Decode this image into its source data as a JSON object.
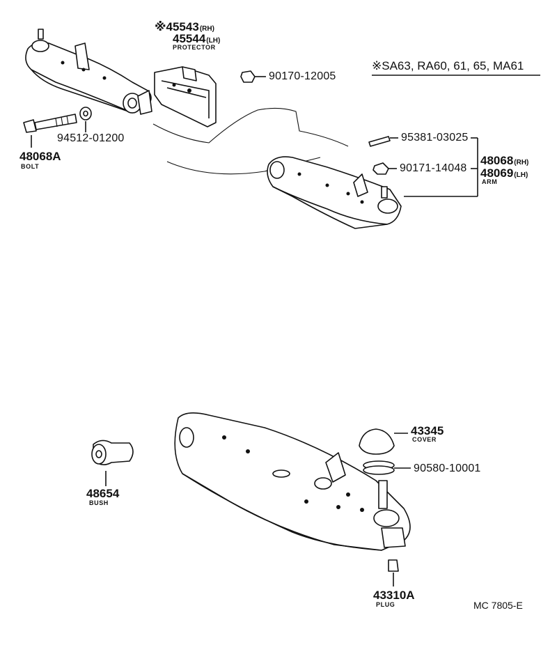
{
  "model_note": "※SA63, RA60, 61, 65, MA61",
  "drawing_ref": "MC 7805-E",
  "parts": {
    "protector": {
      "rh": "※45543",
      "rh_sfx": "(RH)",
      "lh": "45544",
      "lh_sfx": "(LH)",
      "name": "PROTECTOR"
    },
    "nut_top": {
      "pn": "90170-12005"
    },
    "washer_nut": {
      "pn": "94512-01200"
    },
    "bolt": {
      "pn": "48068A",
      "name": "BOLT"
    },
    "grease_fitting": {
      "pn": "95381-03025"
    },
    "nut_arm": {
      "pn": "90171-14048"
    },
    "arm": {
      "rh": "48068",
      "rh_sfx": "(RH)",
      "lh": "48069",
      "lh_sfx": "(LH)",
      "name": "ARM"
    },
    "cover": {
      "pn": "43345",
      "name": "COVER"
    },
    "clip": {
      "pn": "90580-10001"
    },
    "bush": {
      "pn": "48654",
      "name": "BUSH"
    },
    "plug": {
      "pn": "43310A",
      "name": "PLUG"
    }
  }
}
